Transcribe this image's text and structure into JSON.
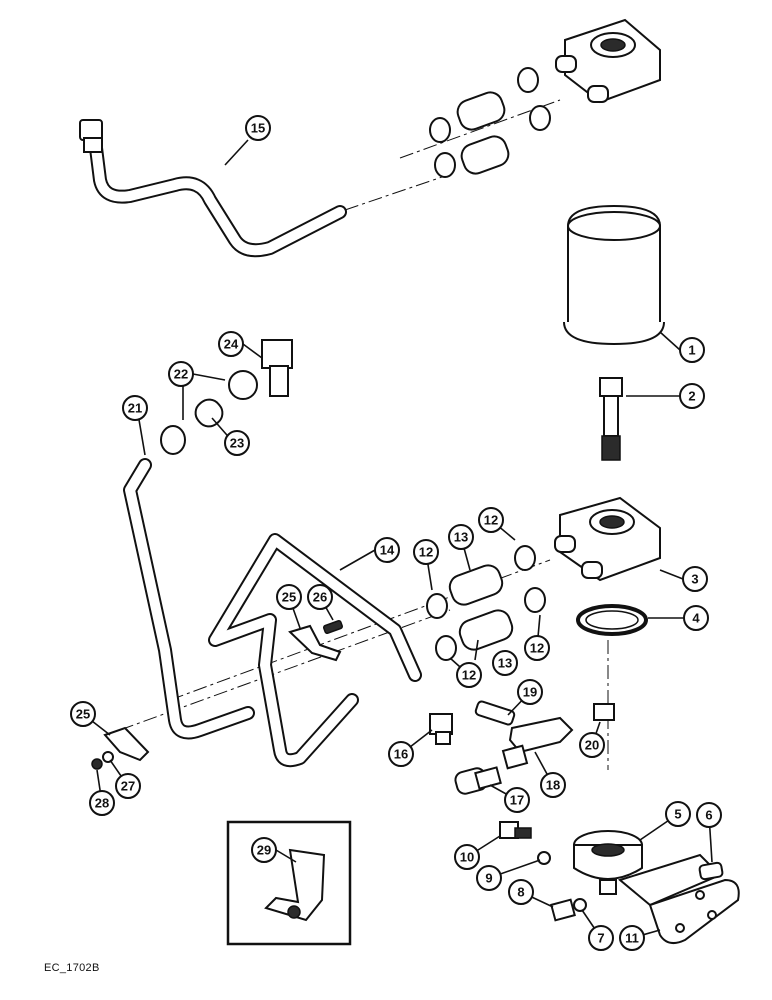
{
  "figure": {
    "reference_code": "EC_1702B"
  },
  "callouts": [
    {
      "id": "callout-15",
      "label": "15"
    },
    {
      "id": "callout-1",
      "label": "1"
    },
    {
      "id": "callout-2",
      "label": "2"
    },
    {
      "id": "callout-24",
      "label": "24"
    },
    {
      "id": "callout-22",
      "label": "22"
    },
    {
      "id": "callout-21",
      "label": "21"
    },
    {
      "id": "callout-23",
      "label": "23"
    },
    {
      "id": "callout-14",
      "label": "14"
    },
    {
      "id": "callout-12a",
      "label": "12"
    },
    {
      "id": "callout-13a",
      "label": "13"
    },
    {
      "id": "callout-12b",
      "label": "12"
    },
    {
      "id": "callout-3",
      "label": "3"
    },
    {
      "id": "callout-25a",
      "label": "25"
    },
    {
      "id": "callout-26",
      "label": "26"
    },
    {
      "id": "callout-4",
      "label": "4"
    },
    {
      "id": "callout-12c",
      "label": "12"
    },
    {
      "id": "callout-13b",
      "label": "13"
    },
    {
      "id": "callout-12d",
      "label": "12"
    },
    {
      "id": "callout-19",
      "label": "19"
    },
    {
      "id": "callout-25b",
      "label": "25"
    },
    {
      "id": "callout-16",
      "label": "16"
    },
    {
      "id": "callout-20",
      "label": "20"
    },
    {
      "id": "callout-18",
      "label": "18"
    },
    {
      "id": "callout-17",
      "label": "17"
    },
    {
      "id": "callout-27",
      "label": "27"
    },
    {
      "id": "callout-28",
      "label": "28"
    },
    {
      "id": "callout-5",
      "label": "5"
    },
    {
      "id": "callout-6",
      "label": "6"
    },
    {
      "id": "callout-29",
      "label": "29"
    },
    {
      "id": "callout-10",
      "label": "10"
    },
    {
      "id": "callout-9",
      "label": "9"
    },
    {
      "id": "callout-8",
      "label": "8"
    },
    {
      "id": "callout-7",
      "label": "7"
    },
    {
      "id": "callout-11",
      "label": "11"
    }
  ]
}
